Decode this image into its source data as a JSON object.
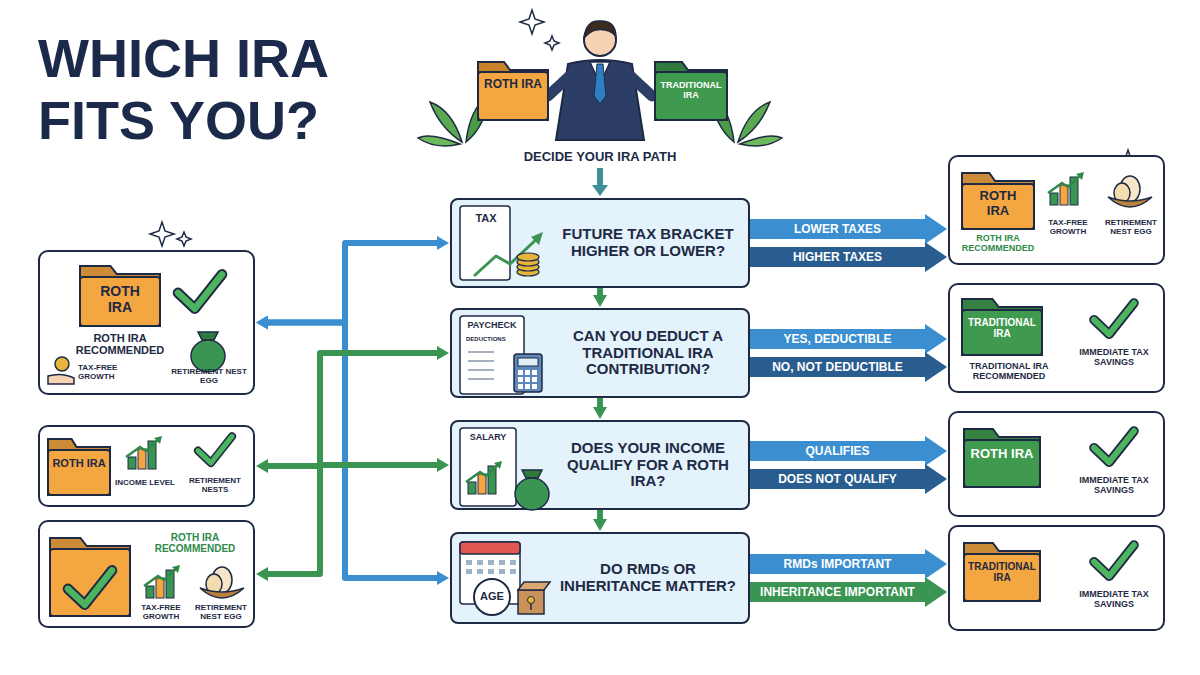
{
  "diagram": {
    "title": "WHICH IRA FITS YOU?",
    "nodes": [
      {
        "text": [
          "TAX",
          "FUTURE TAX BRACKET HIGHER OR LOWER?"
        ]
      },
      {
        "text": [
          "PAYCHECK",
          "DEDUCTIONS",
          "CAN YOU DEDUCT A TRADITIONAL IRA CONTRIBUTION?"
        ]
      },
      {
        "text": [
          "SALARY",
          "DOES YOUR INCOME QUALIFY FOR A ROTH IRA?"
        ]
      },
      {
        "text": [
          "AGE",
          "DO RMDs OR INHERITANCE MATTER?"
        ]
      },
      {
        "text": [
          "ROTH IRA",
          "ROTH IRA RECOMMENDED",
          "TAX-FREE GROWTH",
          "RETIREMENT NEST EGG"
        ]
      },
      {
        "text": [
          "TRADITIONAL IRA",
          "TRADITIONAL IRA RECOMMENDED",
          "IMMEDIATE TAX SAVINGS"
        ]
      },
      {
        "text": [
          "ROTH IRA",
          "IMMEDIATE TAX SAVINGS"
        ]
      },
      {
        "text": [
          "TRADITIONAL IRA",
          "IMMEDIATE TAX SAVINGS"
        ]
      },
      {
        "text": [
          "ROTH IRA",
          "ROTH IRA RECOMMENDED",
          "TAX-FREE GROWTH",
          "RETIREMENT NEST EGG"
        ]
      },
      {
        "text": [
          "ROTH IRA",
          "INCOME LEVEL",
          "RETIREMENT NESTS"
        ]
      },
      {
        "text": [
          "ROTH IRA RECOMMENDED",
          "TAX-FREE GROWTH",
          "RETIREMENT NEST EGG"
        ]
      }
    ],
    "edges": [
      {
        "from": 0,
        "to": 4,
        "label": "LOWER TAXES",
        "arrow": "to"
      },
      {
        "from": 0,
        "to": 4,
        "label": "HIGHER TAXES",
        "arrow": "to"
      },
      {
        "from": 1,
        "to": 5,
        "label": "YES, DEDUCTIBLE",
        "arrow": "to"
      },
      {
        "from": 1,
        "to": 5,
        "label": "NO, NOT DEDUCTIBLE",
        "arrow": "to"
      },
      {
        "from": 2,
        "to": 6,
        "label": "QUALIFIES",
        "arrow": "to"
      },
      {
        "from": 2,
        "to": 6,
        "label": "DOES NOT QUALIFY",
        "arrow": "to"
      },
      {
        "from": 3,
        "to": 7,
        "label": "RMDs IMPORTANT",
        "arrow": "to"
      },
      {
        "from": 3,
        "to": 7,
        "label": "INHERITANCE IMPORTANT",
        "arrow": "to"
      },
      {
        "from": 0,
        "to": 1,
        "arrow": "to"
      },
      {
        "from": 1,
        "to": 2,
        "arrow": "to"
      },
      {
        "from": 2,
        "to": 3,
        "arrow": "to"
      },
      {
        "from": 8,
        "to": 0,
        "arrow": "both"
      },
      {
        "from": 8,
        "to": 3,
        "arrow": "both"
      },
      {
        "from": 9,
        "to": 1,
        "arrow": "both"
      },
      {
        "from": 10,
        "to": 2,
        "arrow": "both"
      }
    ],
    "labels": [
      "ROTH IRA",
      "TRADITIONAL IRA",
      "DECIDE YOUR IRA PATH"
    ]
  }
}
